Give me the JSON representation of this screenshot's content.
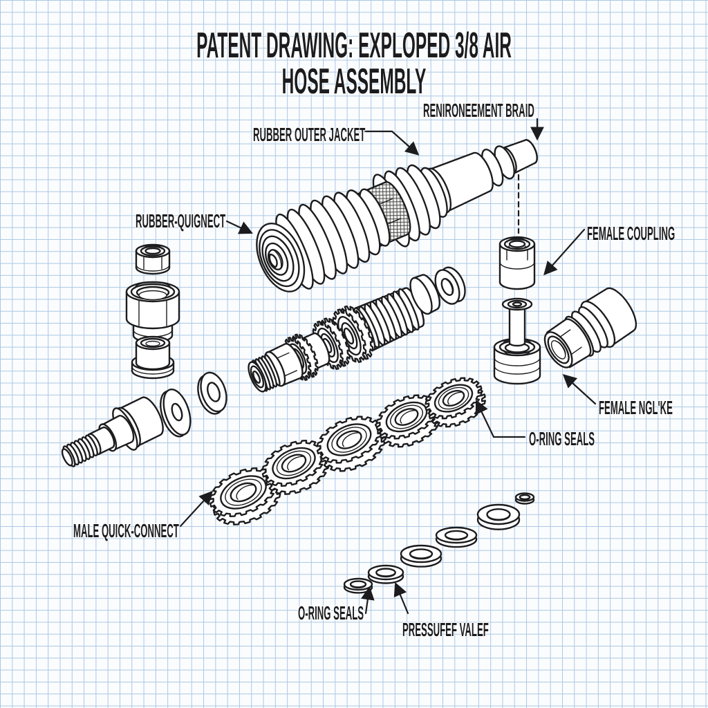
{
  "title": "PATENT DRAWING: EXPLOPED 3/8 AIR HOSE ASSEMBLY",
  "labels": {
    "rubber_outer_jacket": "RUBBER OUTER JACKET",
    "reinforcement_braid": "RENIRONEEMENT BRAID",
    "rubber_quignect": "RUBBER-QUIGNECT",
    "female_coupling": "FEMALE COUPLING",
    "female_nglke": "FEMALE NGL'KE",
    "o_ring_seals_upper": "O-RING SEALS",
    "male_quick_connect": "MALE QUICK-CONNECT",
    "o_ring_seals_lower": "O-RING SEALS",
    "pressure_valve": "PRESSUFEF VALEF"
  },
  "style": {
    "ink": "#1c1c1e",
    "grid_line": "#aac7e2",
    "paper": "#fbfcfe"
  }
}
